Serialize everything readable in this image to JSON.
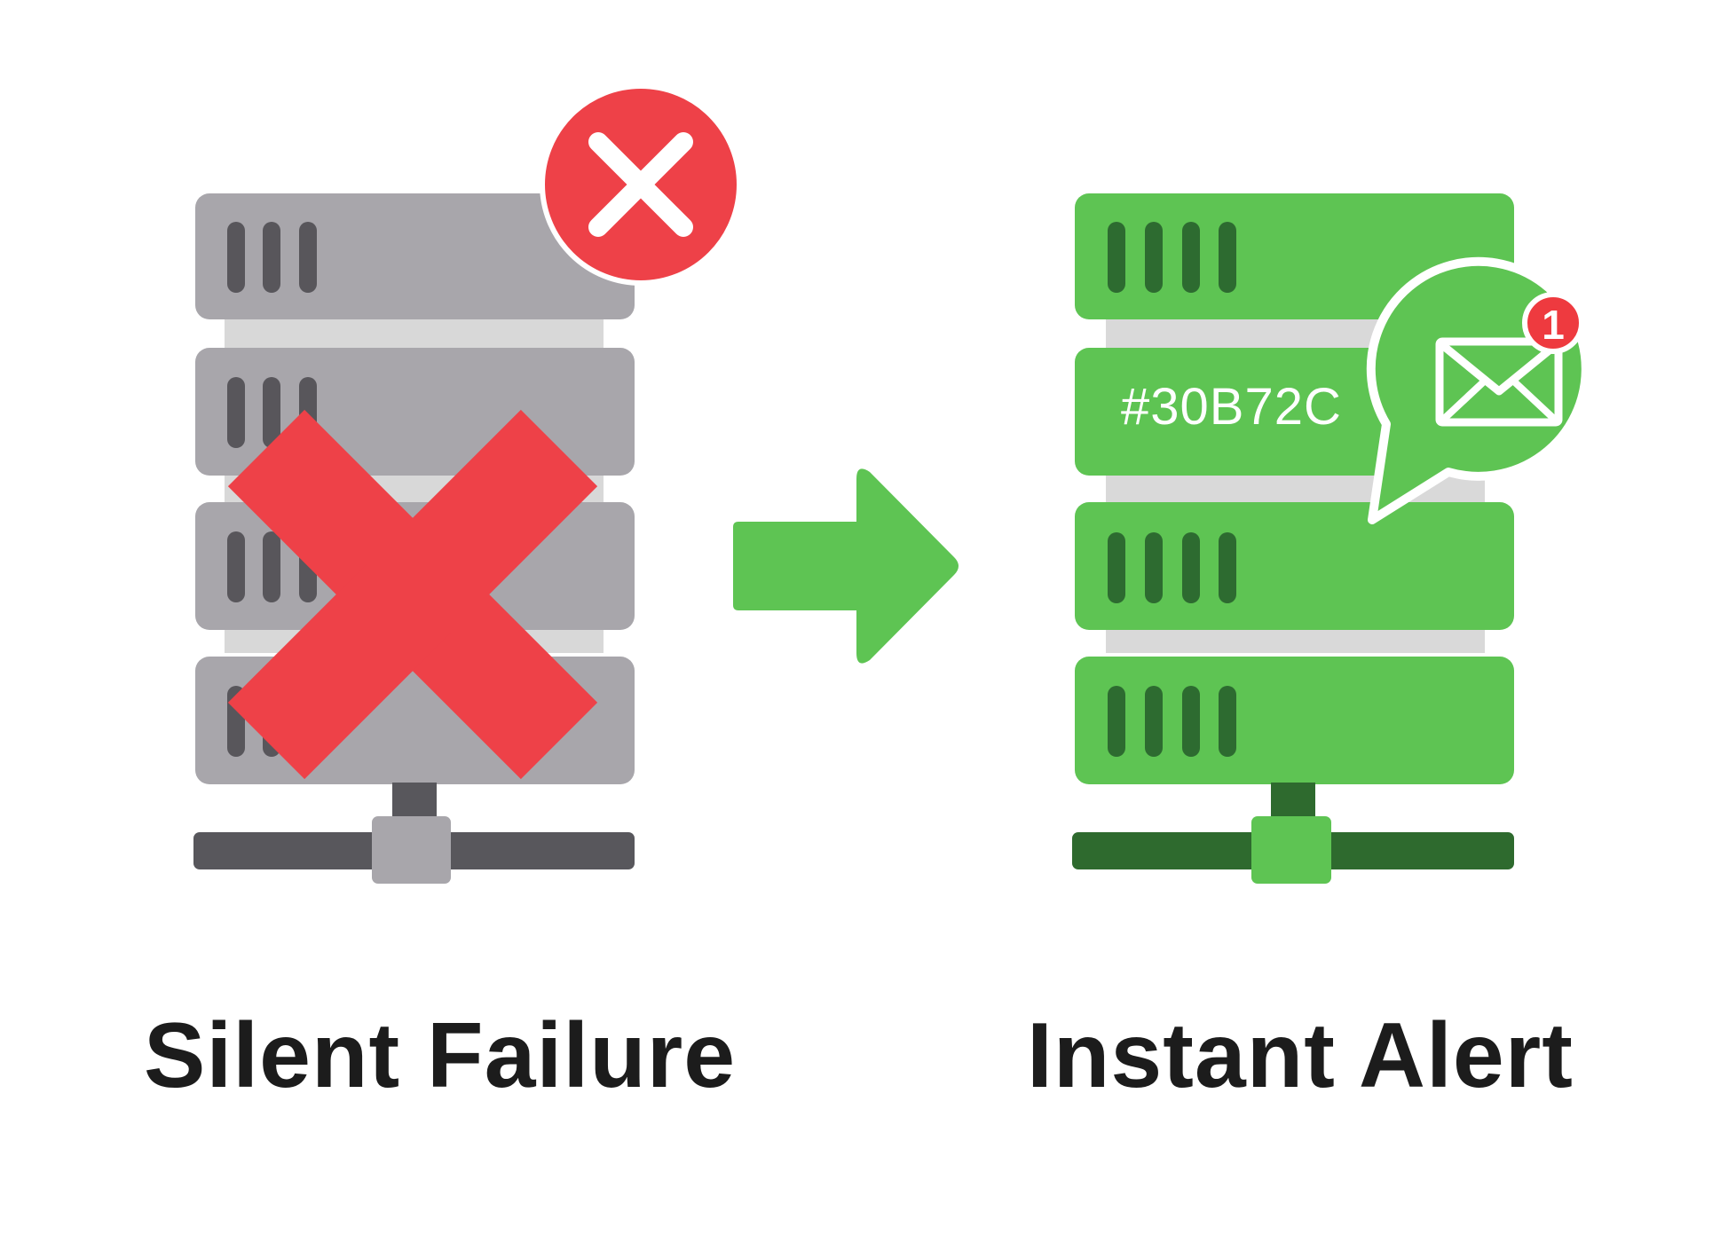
{
  "left": {
    "caption": "Silent Failure",
    "status": "failed",
    "icons": [
      "server-rack-icon",
      "error-badge-icon",
      "large-cross-icon"
    ]
  },
  "right": {
    "caption": "Instant Alert",
    "status": "healthy",
    "unit_label": "#30B72C",
    "notification_count": "1",
    "icons": [
      "server-rack-icon",
      "chat-bubble-icon",
      "envelope-icon",
      "notification-badge-icon"
    ]
  },
  "transition": {
    "icon": "right-arrow-icon"
  },
  "colors": {
    "failed_body": "#a8a6ab",
    "failed_slot": "#58565b",
    "failed_spacer": "#d8d8d8",
    "failed_base": "#58575c",
    "error_red": "#ee4148",
    "healthy_body": "#5ec453",
    "healthy_slot": "#2d6b30",
    "healthy_spacer": "#d9d9d9",
    "healthy_base": "#2e6a2e",
    "arrow_green": "#5ec453",
    "text": "#1c1c1c"
  }
}
